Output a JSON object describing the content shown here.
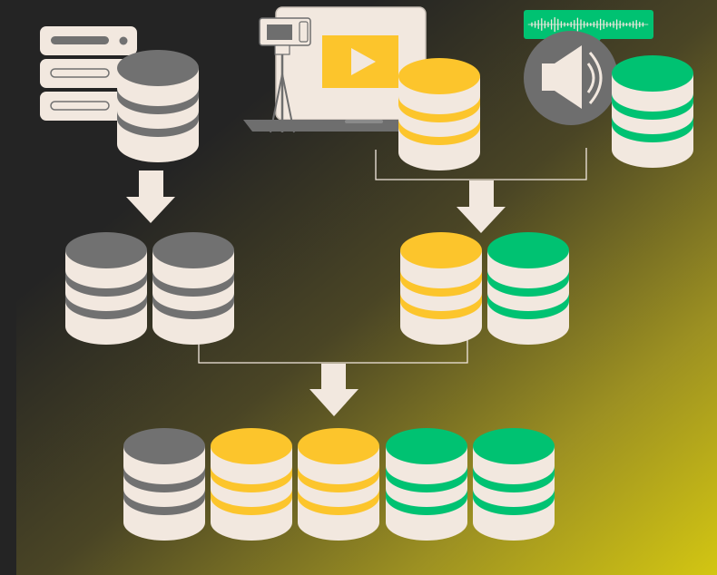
{
  "colors": {
    "background_dark": "#242424",
    "background_gradient_end": "#d3c612",
    "cream": "#f2e8df",
    "gray": "#717171",
    "yellow": "#fcc52c",
    "green": "#00c272",
    "connector": "#f2e8df"
  },
  "sources": [
    {
      "id": "server",
      "icon": "server-rack-icon",
      "color": "gray"
    },
    {
      "id": "video",
      "icon": "laptop-video-player-icon",
      "color": "yellow"
    },
    {
      "id": "audio",
      "icon": "speaker-audio-waveform-icon",
      "color": "green"
    }
  ],
  "stages": [
    {
      "level": "sources",
      "databases": [
        [
          "gray"
        ],
        [
          "yellow"
        ],
        [
          "green"
        ]
      ]
    },
    {
      "level": "merged-pairs",
      "databases": [
        [
          "gray",
          "gray"
        ],
        [
          "yellow",
          "green"
        ]
      ]
    },
    {
      "level": "combined",
      "databases": [
        [
          "gray",
          "yellow",
          "yellow",
          "green",
          "green"
        ]
      ]
    }
  ]
}
